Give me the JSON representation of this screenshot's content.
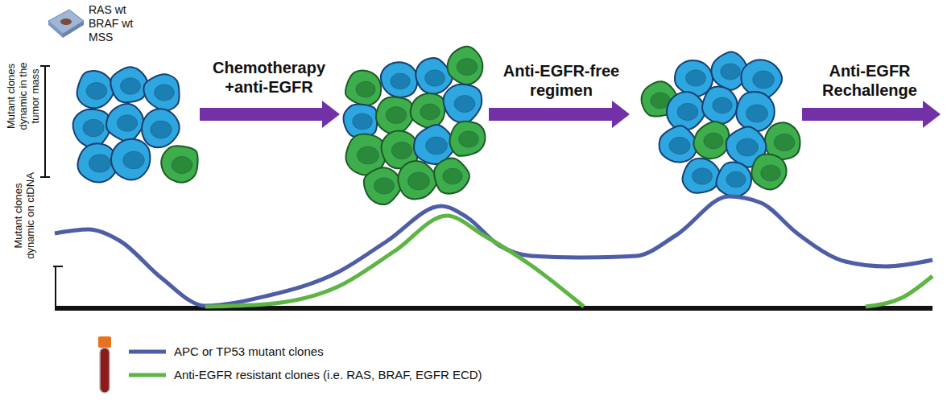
{
  "diagram": {
    "labels": [
      "RAS wt",
      "BRAF wt",
      "MSS",
      "Mutant clones dynamic in the tumor mass",
      "Chemotherapy +anti-EGFR",
      "Anti-EGFR-free regimen",
      "Anti-EGFR Rechallenge",
      "Mutant clones dynamic on ctDNA"
    ],
    "legend": [
      {
        "text": "APC or TP53 mutant clones",
        "color": "#4e5ea6"
      },
      {
        "text": "Anti-EGFR resistant clones (i.e. RAS, BRAF, EGFR ECD)",
        "color": "#5db544"
      }
    ]
  }
}
